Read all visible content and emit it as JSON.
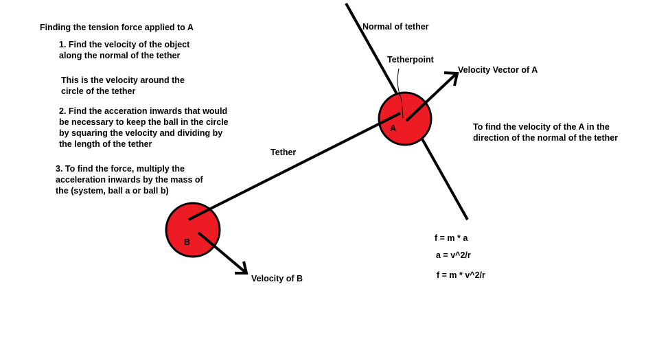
{
  "title": "Finding the tension force applied to A",
  "steps": [
    "1. Find the velocity of the object along the normal of the tether",
    "This is the velocity around the circle of the tether",
    "2. Find the acceration inwards that would be necessary to keep the ball in the circle by squaring the velocity and dividing by the length of the tether",
    "3. To find the force, multiply the acceleration inwards by the mass of the (system, ball a or ball b)"
  ],
  "labels": {
    "normal_of_tether": "Normal of tether",
    "tetherpoint": "Tetherpoint",
    "velocity_vector_a": "Velocity Vector of A",
    "ball_a": "A",
    "ball_b": "B",
    "tether": "Tether",
    "velocity_of_b": "Velocity of B",
    "side_note": "To find the velocity of the A in the direction of the normal of the tether"
  },
  "formulas": [
    "f = m * a",
    "a = v^2/r",
    "f = m * v^2/r"
  ],
  "colors": {
    "ball_fill": "#ed1c24",
    "stroke": "#000000",
    "background": "#ffffff"
  }
}
